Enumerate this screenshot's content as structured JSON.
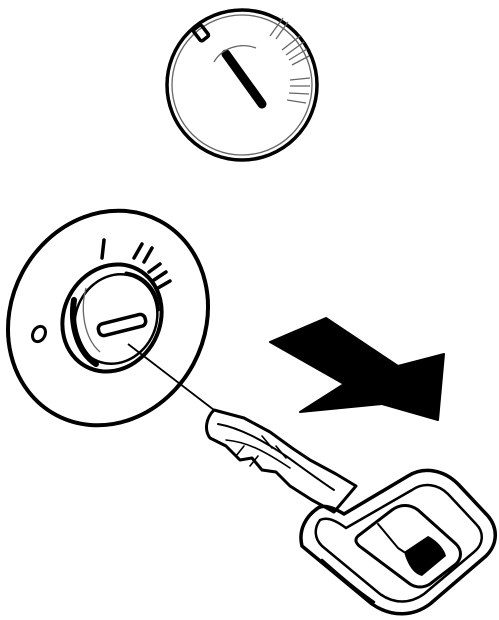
{
  "diagram": {
    "top_dial_marks": [
      "0",
      "I",
      "II",
      "III"
    ],
    "front_dial_marks": [
      "0",
      "I",
      "II",
      "III"
    ],
    "colors": {
      "ink": "#000000",
      "grey_line": "#666666",
      "background": "#ffffff"
    },
    "icons": [
      "ignition-switch-dial-icon",
      "ignition-lock-icon",
      "car-key-icon",
      "removal-direction-arrow-icon"
    ]
  }
}
